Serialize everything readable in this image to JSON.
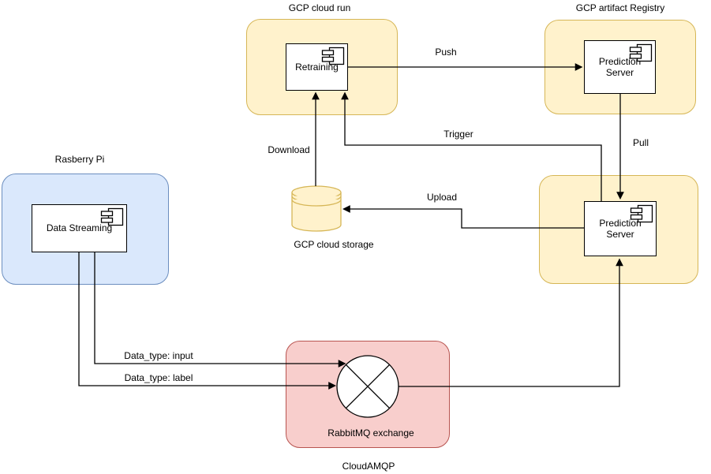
{
  "diagram": {
    "groups": {
      "cloud_run": {
        "title": "GCP cloud run"
      },
      "artifact_registry": {
        "title": "GCP artifact Registry"
      },
      "raspberry_pi": {
        "title": "Rasberry Pi"
      },
      "cloud_amqp": {
        "title": "CloudAMQP"
      }
    },
    "nodes": {
      "retraining": {
        "label": "Retraining"
      },
      "prediction_server_registry": {
        "label": "Prediction Server"
      },
      "prediction_server_runtime": {
        "label": "Prediction Server"
      },
      "data_streaming": {
        "label": "Data Streaming"
      },
      "cloud_storage": {
        "label": "GCP cloud storage"
      },
      "rabbitmq_exchange": {
        "label": "RabbitMQ exchange"
      }
    },
    "edge_labels": {
      "push": "Push",
      "pull": "Pull",
      "trigger": "Trigger",
      "download": "Download",
      "upload": "Upload",
      "data_type_input": "Data_type: input",
      "data_type_label": "Data_type: label"
    },
    "colors": {
      "yellow_fill": "#FFF2CC",
      "yellow_stroke": "#D6B656",
      "blue_fill": "#DAE8FC",
      "blue_stroke": "#6C8EBF",
      "red_fill": "#F8CECC",
      "red_stroke": "#B85450",
      "line": "#000000"
    }
  }
}
